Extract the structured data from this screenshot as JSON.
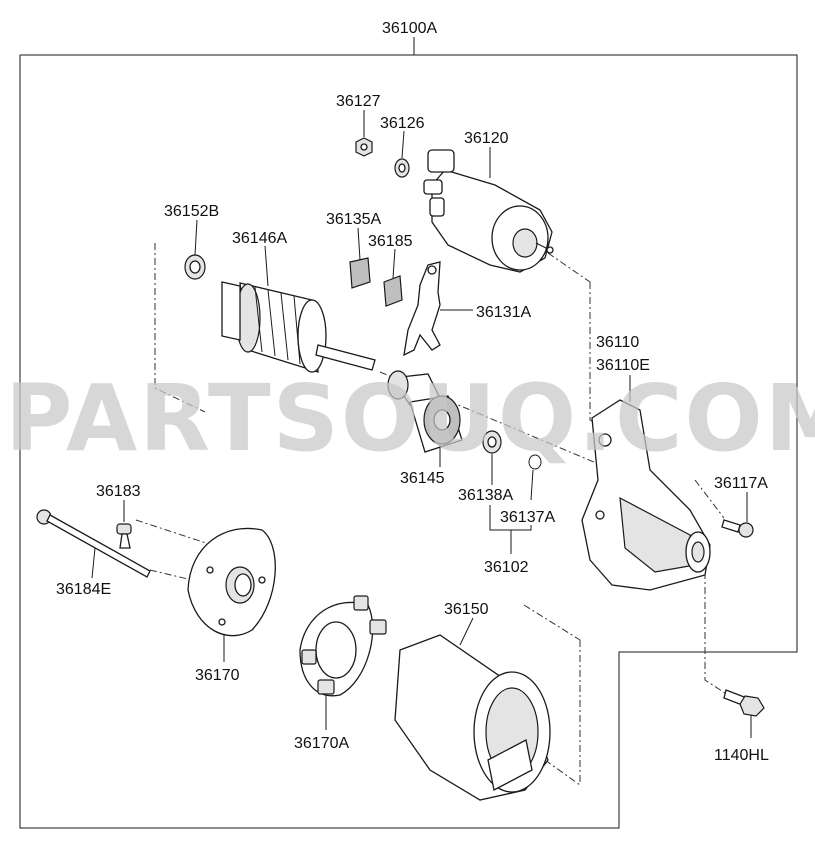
{
  "watermark": "PARTSOUQ.COM",
  "assembly_label": "36100A",
  "labels": {
    "l36127": "36127",
    "l36126": "36126",
    "l36120": "36120",
    "l36152B": "36152B",
    "l36135A": "36135A",
    "l36146A": "36146A",
    "l36185": "36185",
    "l36131A": "36131A",
    "l36110": "36110",
    "l36110E": "36110E",
    "l36145": "36145",
    "l36138A": "36138A",
    "l36137A": "36137A",
    "l36117A": "36117A",
    "l36102": "36102",
    "l36183": "36183",
    "l36184E": "36184E",
    "l36170": "36170",
    "l36150": "36150",
    "l36170A": "36170A",
    "l1140HL": "1140HL"
  }
}
